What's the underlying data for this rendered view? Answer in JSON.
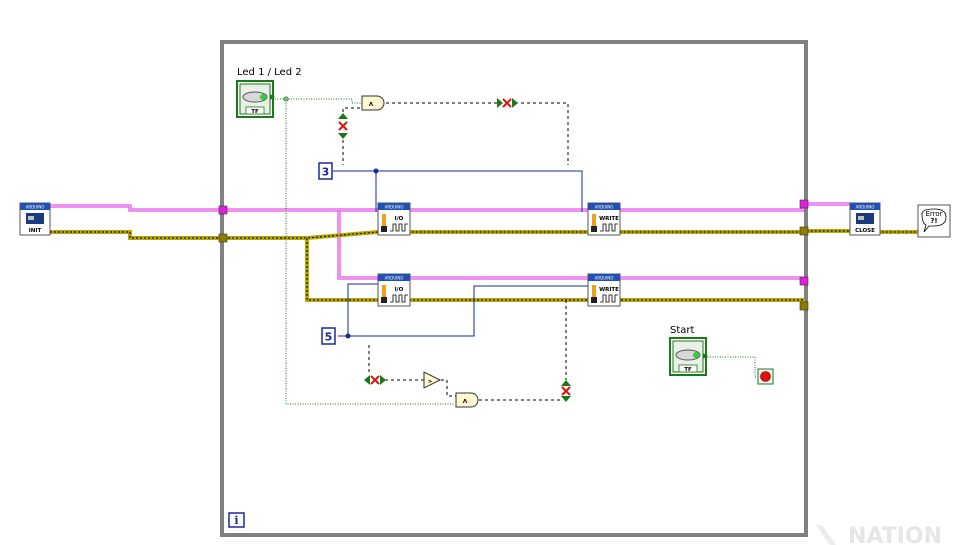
{
  "labels": {
    "led_control": "Led 1 / Led 2",
    "start_control": "Start"
  },
  "controls": {
    "bool_text": "TF"
  },
  "constants": {
    "pin_a": "3",
    "pin_b": "5"
  },
  "blocks": {
    "header": "ARDUINO",
    "init": "INIT",
    "io": "I/O",
    "write": "WRITE",
    "close": "CLOSE"
  },
  "error": {
    "line1": "Error",
    "line2": "?!"
  },
  "loop": {
    "iteration": "i"
  },
  "gates": {
    "and": "Λ",
    "not": ">"
  },
  "watermark": "NATION",
  "colors": {
    "loop_border": "#808080",
    "resource_wire": "#e020e0",
    "error_wire": "#b8a800",
    "numeric_wire": "#1a2a9a",
    "boolean_wire": "#1a7a1a",
    "block_header": "#2050b0",
    "gate_fill": "#fdf7d0",
    "stop_red": "#e01010"
  }
}
